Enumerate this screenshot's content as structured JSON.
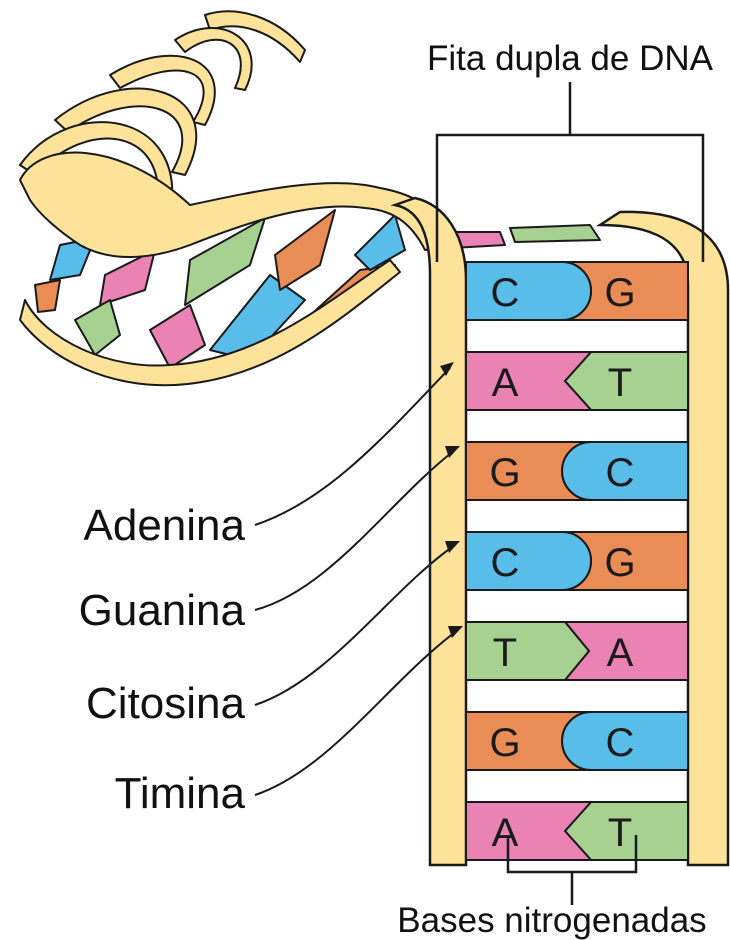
{
  "title_top": "Fita dupla de DNA",
  "title_bottom": "Bases nitrogenadas",
  "legend": [
    {
      "key": "adenina",
      "label": "Adenina"
    },
    {
      "key": "guanina",
      "label": "Guanina"
    },
    {
      "key": "citosina",
      "label": "Citosina"
    },
    {
      "key": "timina",
      "label": "Timina"
    }
  ],
  "colors": {
    "A": "#ea82b4",
    "T": "#a6d191",
    "G": "#ea8c55",
    "C": "#58bee9",
    "backbone": "#fde39a",
    "outline": "#1a1a1a"
  },
  "pairs": [
    {
      "left": "C",
      "right": "G"
    },
    {
      "left": "A",
      "right": "T"
    },
    {
      "left": "G",
      "right": "C"
    },
    {
      "left": "C",
      "right": "G"
    },
    {
      "left": "T",
      "right": "A"
    },
    {
      "left": "G",
      "right": "C"
    },
    {
      "left": "A",
      "right": "T"
    }
  ]
}
